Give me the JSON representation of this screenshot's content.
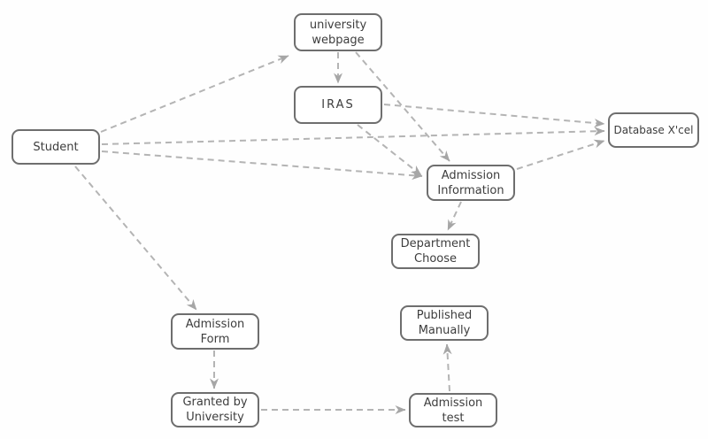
{
  "diagram": {
    "type": "flow-diagram",
    "nodes": [
      {
        "id": "student",
        "label": "Student"
      },
      {
        "id": "university-webpage",
        "label": "university webpage"
      },
      {
        "id": "iras",
        "label": "IRAS"
      },
      {
        "id": "database-xcel",
        "label": "Database X'cel"
      },
      {
        "id": "admission-information",
        "label": "Admission Information"
      },
      {
        "id": "department-choose",
        "label": "Department Choose"
      },
      {
        "id": "admission-form",
        "label": "Admission Form"
      },
      {
        "id": "published-manually",
        "label": "Published Manually"
      },
      {
        "id": "granted-by-university",
        "label": "Granted by University"
      },
      {
        "id": "admission-test",
        "label": "Admission test"
      }
    ],
    "edges": [
      {
        "from": "student",
        "to": "university-webpage"
      },
      {
        "from": "student",
        "to": "database-xcel"
      },
      {
        "from": "student",
        "to": "admission-information"
      },
      {
        "from": "student",
        "to": "admission-form"
      },
      {
        "from": "university-webpage",
        "to": "iras"
      },
      {
        "from": "university-webpage",
        "to": "admission-information"
      },
      {
        "from": "iras",
        "to": "database-xcel"
      },
      {
        "from": "iras",
        "to": "admission-information"
      },
      {
        "from": "admission-information",
        "to": "database-xcel"
      },
      {
        "from": "admission-information",
        "to": "department-choose"
      },
      {
        "from": "admission-form",
        "to": "granted-by-university"
      },
      {
        "from": "granted-by-university",
        "to": "admission-test"
      },
      {
        "from": "admission-test",
        "to": "published-manually"
      }
    ],
    "style": {
      "line_style": "dashed",
      "box_border_color": "#6e6e6e",
      "box_fill_color": "#ffffff",
      "text_color": "#3d3d3d",
      "arrow_color": "#b4b4b4",
      "arrowhead_color": "#a6a6a6",
      "background_color": "#fefefe"
    }
  }
}
